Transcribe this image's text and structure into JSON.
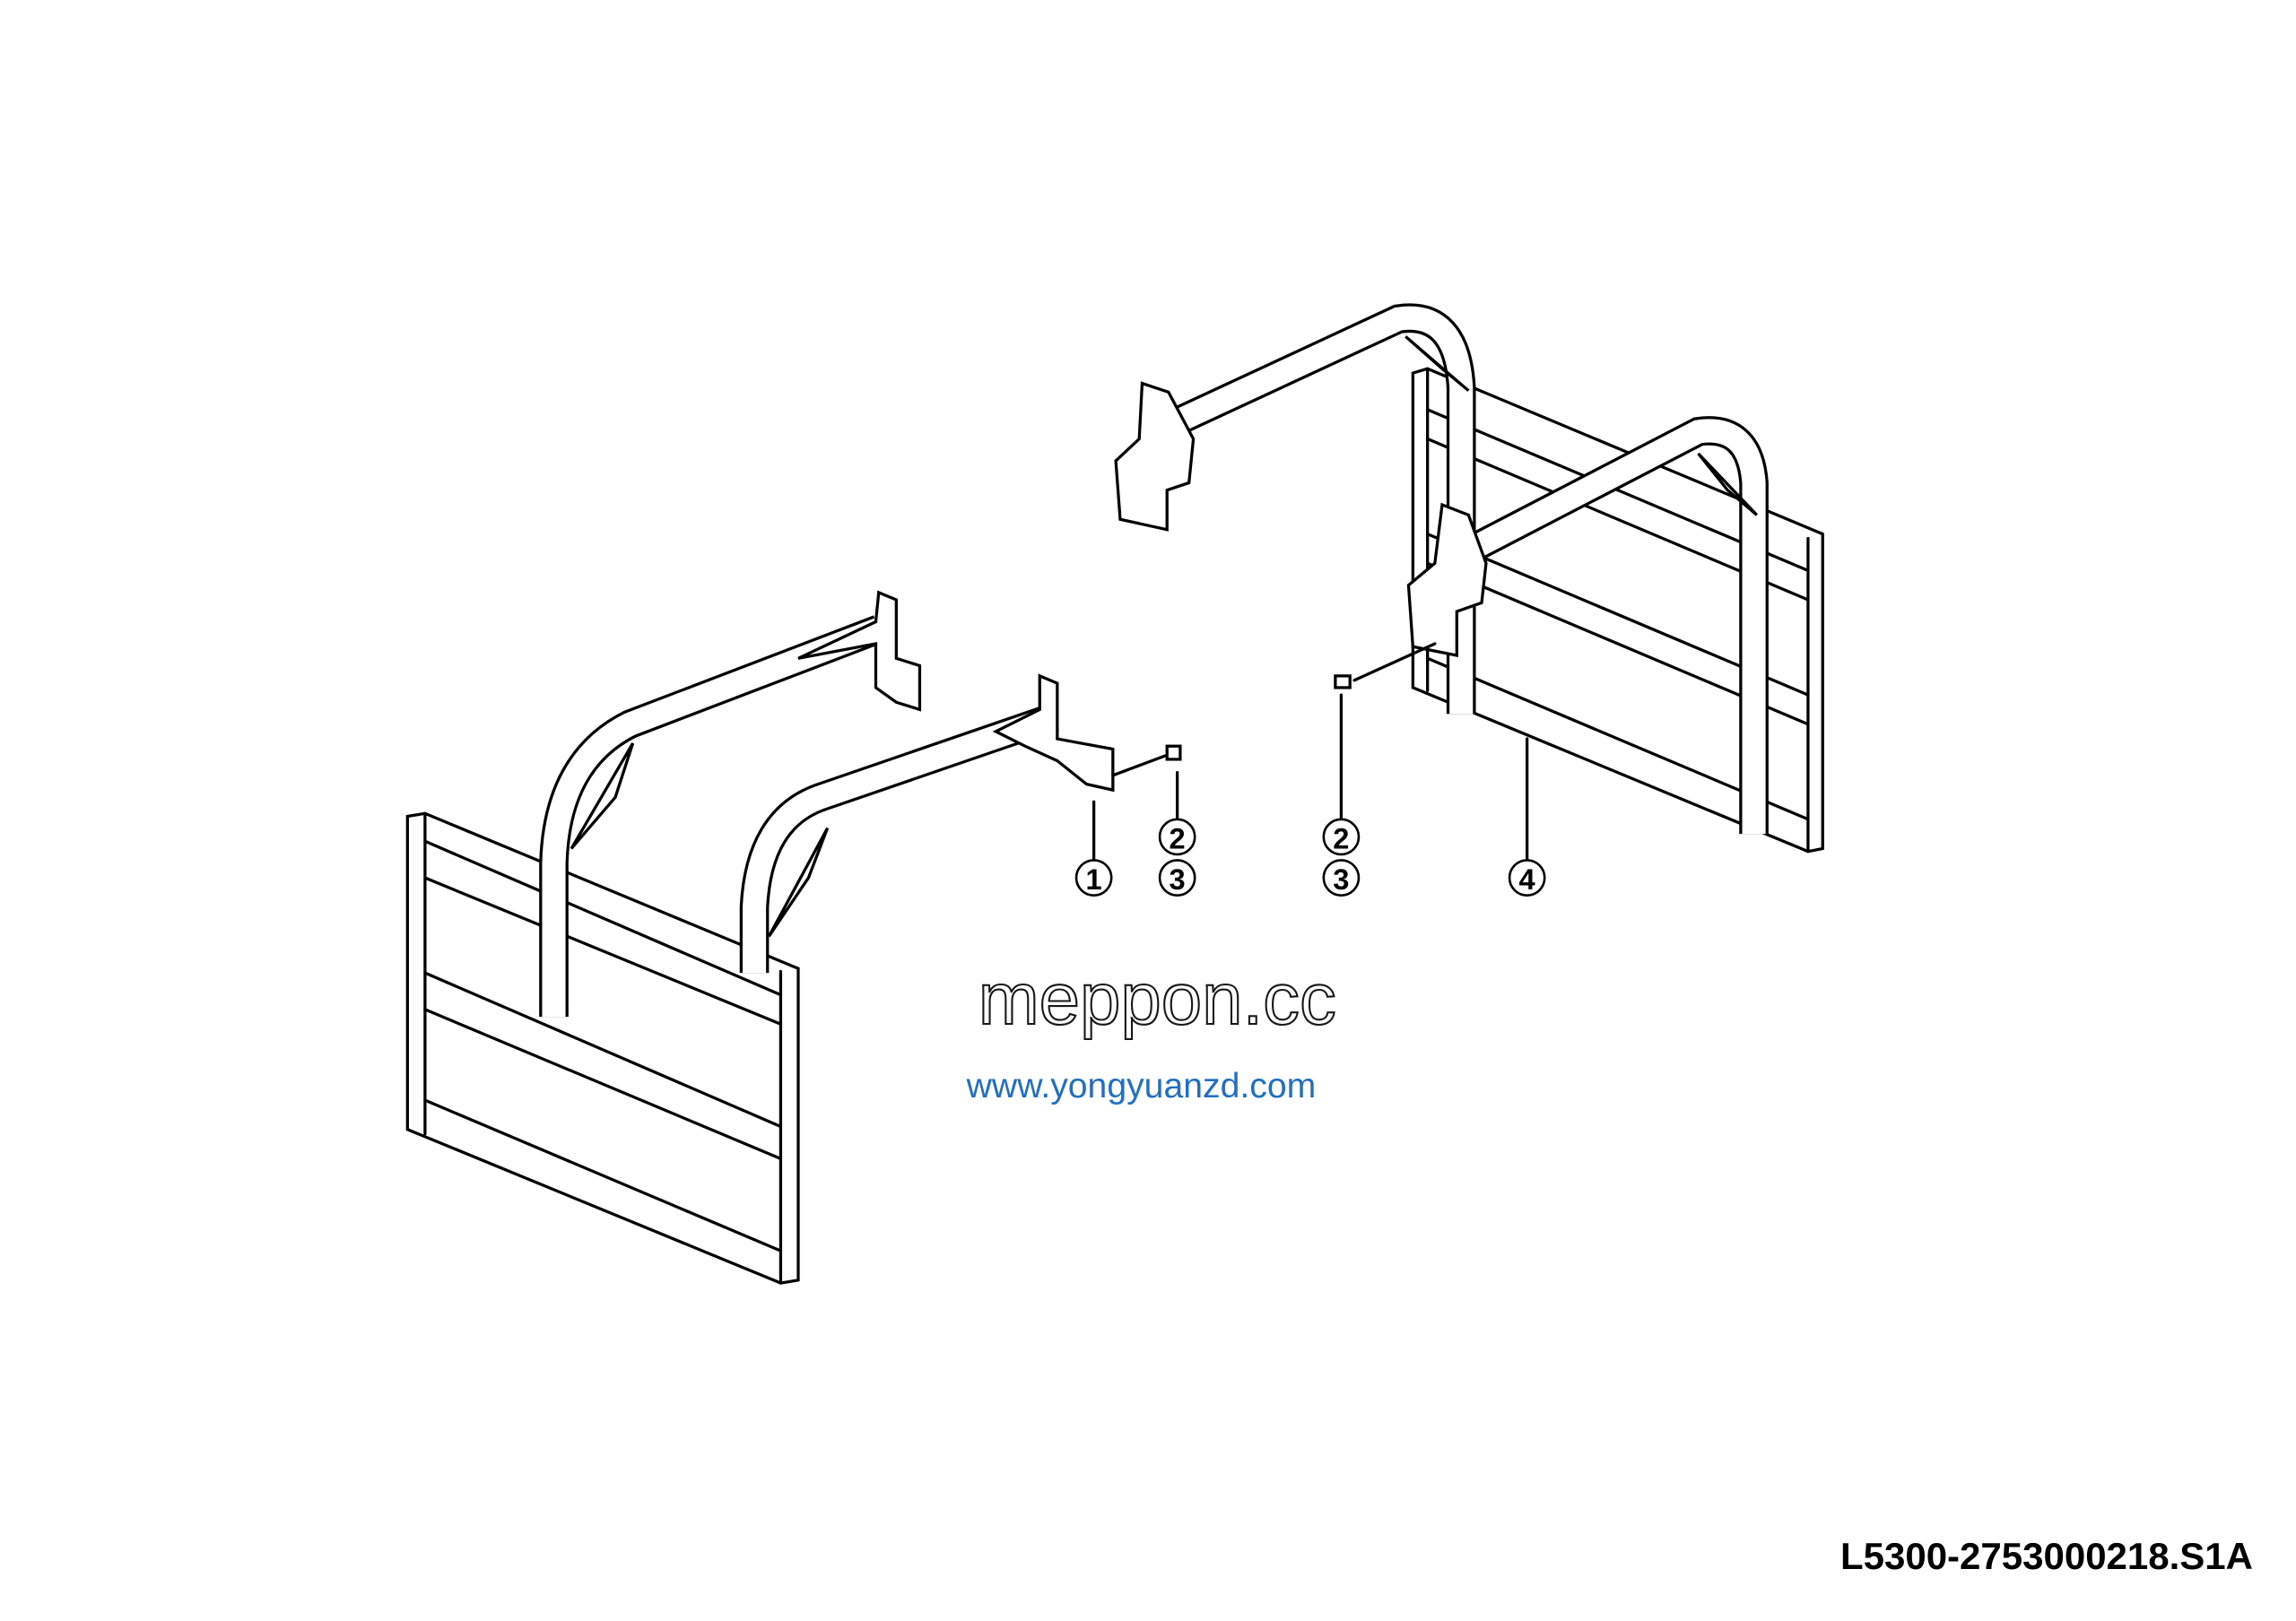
{
  "drawing_code": "L5300-2753000218.S1A",
  "callouts": [
    {
      "label": "1"
    },
    {
      "label": "2"
    },
    {
      "label": "3"
    },
    {
      "label": "2"
    },
    {
      "label": "3"
    },
    {
      "label": "4"
    }
  ],
  "watermarks": {
    "outline": "meppon.cc",
    "url": "www.yongyuanzd.com",
    "url_color": "#1f6fc4"
  }
}
